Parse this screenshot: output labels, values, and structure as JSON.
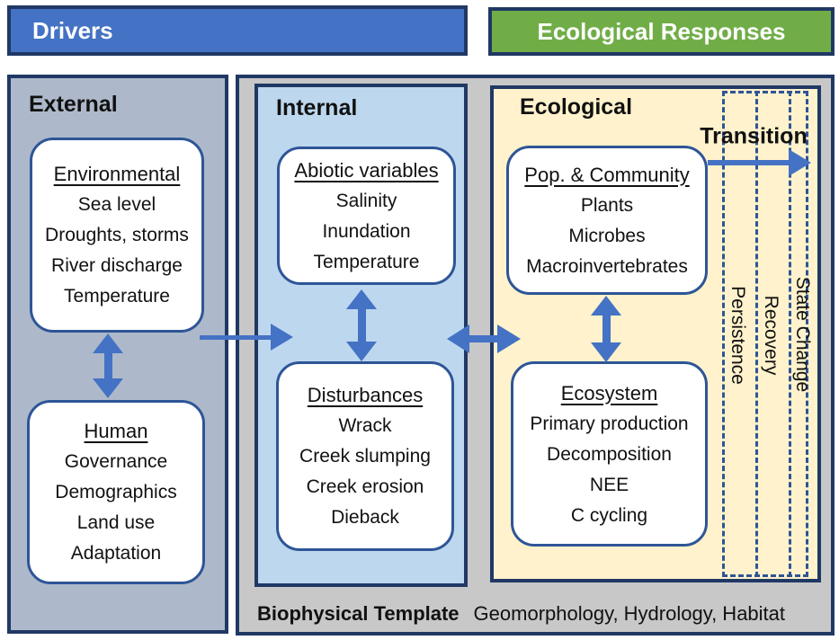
{
  "colors": {
    "accent_blue": "#4472c4",
    "accent_green": "#70ad47",
    "border_navy": "#203864",
    "box_border_blue": "#2e5597",
    "dashed_blue": "#2f5496",
    "external_bg": "#adb9ca",
    "internal_bg": "#bdd7ee",
    "ecological_bg": "#fff2cc",
    "template_bg": "#c8c8c8",
    "text_dark": "#111111",
    "text_light": "#ffffff"
  },
  "header": {
    "drivers": "Drivers",
    "ecological_responses": "Ecological Responses"
  },
  "panels": {
    "external": {
      "title": "External",
      "boxes": {
        "environmental": {
          "title": "Environmental",
          "items": [
            "Sea level",
            "Droughts, storms",
            "River discharge",
            "Temperature"
          ]
        },
        "human": {
          "title": "Human",
          "items": [
            "Governance",
            "Demographics",
            "Land use",
            "Adaptation"
          ]
        }
      }
    },
    "internal": {
      "title": "Internal",
      "boxes": {
        "abiotic": {
          "title": "Abiotic variables",
          "items": [
            "Salinity",
            "Inundation",
            "Temperature"
          ]
        },
        "disturbances": {
          "title": "Disturbances",
          "items": [
            "Wrack",
            "Creek slumping",
            "Creek erosion",
            "Dieback"
          ]
        }
      }
    },
    "ecological": {
      "title": "Ecological",
      "transition_label": "Transition",
      "lanes": [
        "Persistence",
        "Recovery",
        "State Change"
      ],
      "boxes": {
        "pop_community": {
          "title": "Pop. & Community",
          "items": [
            "Plants",
            "Microbes",
            "Macroinvertebrates"
          ]
        },
        "ecosystem": {
          "title": "Ecosystem",
          "items": [
            "Primary production",
            "Decomposition",
            "NEE",
            "C cycling"
          ]
        }
      }
    }
  },
  "footer": {
    "title": "Biophysical Template",
    "subtitle": "Geomorphology, Hydrology, Habitat"
  }
}
